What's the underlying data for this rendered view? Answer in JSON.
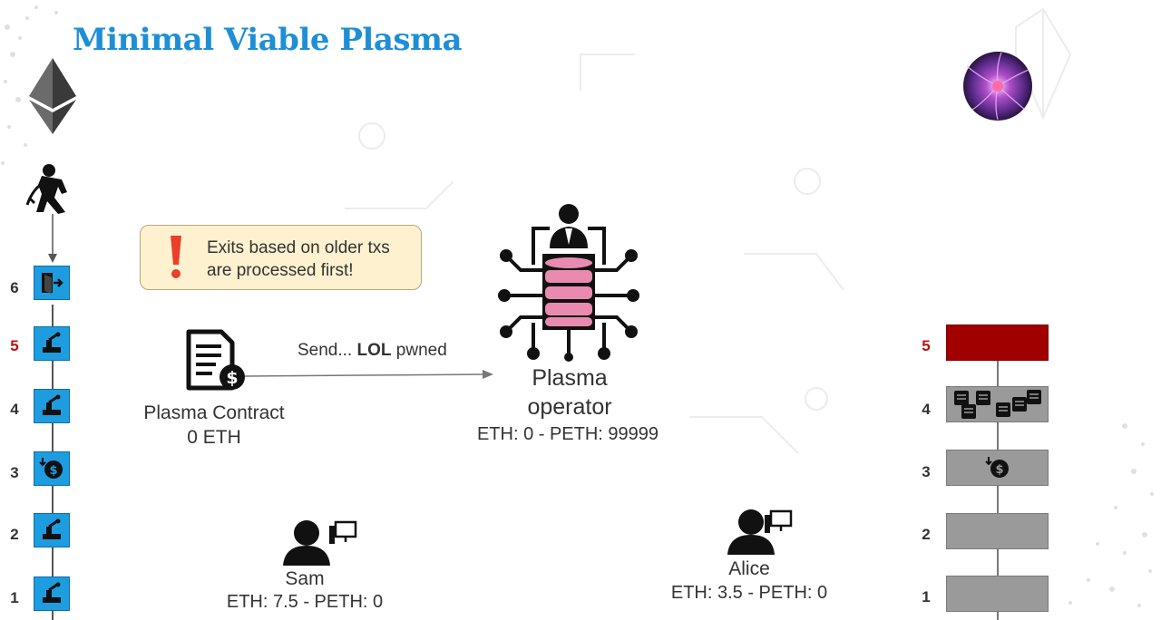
{
  "title": "Minimal Viable Plasma",
  "callout": {
    "line1": "Exits based on older txs",
    "line2": "are processed first!"
  },
  "send": {
    "prefix": "Send... ",
    "bold": "LOL",
    "suffix": " pwned"
  },
  "contract": {
    "name": "Plasma Contract",
    "balance": "0 ETH"
  },
  "operator": {
    "name_line1": "Plasma",
    "name_line2": "operator",
    "balance": "ETH: 0 - PETH: 99999"
  },
  "sam": {
    "name": "Sam",
    "balance": "ETH: 7.5 - PETH: 0"
  },
  "alice": {
    "name": "Alice",
    "balance": "ETH: 3.5 - PETH: 0"
  },
  "left_chain": {
    "labels": [
      "6",
      "5",
      "4",
      "3",
      "2",
      "1"
    ],
    "icons": [
      "exit-door-icon",
      "miner-cart-icon",
      "miner-cart-icon",
      "coin-deposit-icon",
      "miner-cart-icon",
      "miner-cart-icon"
    ],
    "highlight": "5"
  },
  "right_chain": {
    "labels": [
      "5",
      "4",
      "3",
      "2",
      "1"
    ],
    "icons": [
      "none",
      "transaction-pile-icon",
      "coin-deposit-icon",
      "none",
      "none"
    ],
    "highlight": "5"
  },
  "colors": {
    "title": "#1e8fd6",
    "left_block": "#1e9ce0",
    "right_block": "#9a9a9a",
    "right_block_highlight": "#a00000",
    "highlight_number": "#c01010",
    "callout_bg": "#fdf1cf",
    "database": "#e98bb0"
  }
}
